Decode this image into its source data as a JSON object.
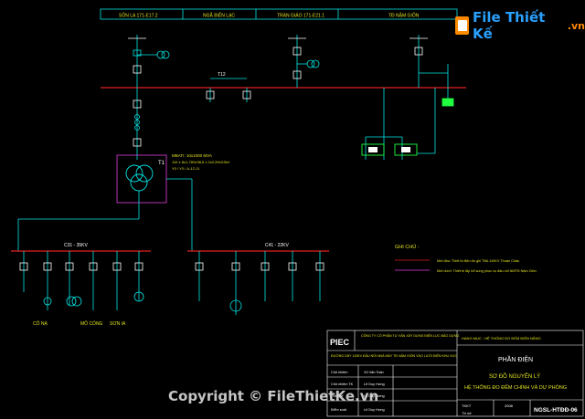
{
  "header_row": [
    "SÔN LA 171-E17.2",
    "NGÃ BIÊN LẠC",
    "TRÀN GIÁO 171-E21.1",
    "TĐ NẬM GIÔN"
  ],
  "watermark_top": {
    "icon": "file-folder-icon",
    "text": "File Thiết Kế",
    "suffix": ".vn"
  },
  "watermark_bottom": "Copyright © FileThietKe.vn",
  "bus_labels": {
    "c31": "C31 - 35KV",
    "c41": "C41 - 22KV",
    "t1": "T1",
    "t12": "T12"
  },
  "transformer_label": "MBATI: 10x1000 MVA",
  "transformer_specs": [
    "110 ± 8x1,78%/38,5 ± 2x2,5%/23kV",
    "Y0 / Y0 / Δ-12-11"
  ],
  "feeder_labels": [
    "CÔ NẠ",
    "MÔ CỔNG",
    "SƠN IA"
  ],
  "notes": {
    "title": "GHI CHÚ :",
    "items": [
      "Mới đầu: Thiết bị điện đo ghi TBA 110KV Thuận Châu",
      "Mới dưới: Thiết bị lắp bổ sung phục vụ đấu nối NMTĐ Nậm Giôn"
    ]
  },
  "title_block": {
    "logo": "PIEC",
    "company": "CÔNG TY CỔ PHẦN TƯ VẤN XÂY DỰNG ĐIỆN LỰC BẢO DỰNG",
    "project": "ĐƯỜNG DÂY 110KV ĐẤU NỐI NHÀ MÁY TĐ NẬM GIÔN VÀO LƯỚI ĐIỆN KHU VỰC",
    "item_heading": "HẠNG MỤC : HỆ THỐNG ĐO ĐẾM ĐIỆN NĂNG",
    "section": "PHẦN ĐIỆN",
    "drawing_title": "SƠ ĐỒ NGUYÊN LÝ",
    "drawing_subtitle": "HỆ THỐNG ĐO ĐẾM CHÍNH VÀ DỰ PHÒNG",
    "rows": [
      {
        "role": "Chủ nhiệm",
        "name": "Vũ Văn Toàn"
      },
      {
        "role": "Chủ nhiệm TK",
        "name": "Lê Duy Hưng"
      },
      {
        "role": "Thiết kế",
        "name": "Lê Duy Hưng"
      },
      {
        "role": "Kiểm soát",
        "name": "Lê Duy Hưng"
      }
    ],
    "stage_label": "TKKT",
    "year": "2008",
    "sheet_label": "Tờ số:",
    "drawing_number": "NGSL-HTĐĐ-06"
  },
  "colors": {
    "background": "#000000",
    "line_cyan": "#00e5e5",
    "bus_red": "#e02020",
    "device_white": "#ffffff",
    "meter_green": "#20ff40",
    "text_yellow": "#e0e020",
    "highlight_magenta": "#e040e0",
    "watermark_orange": "#ff8a00",
    "watermark_blue": "#2aa0ff"
  }
}
